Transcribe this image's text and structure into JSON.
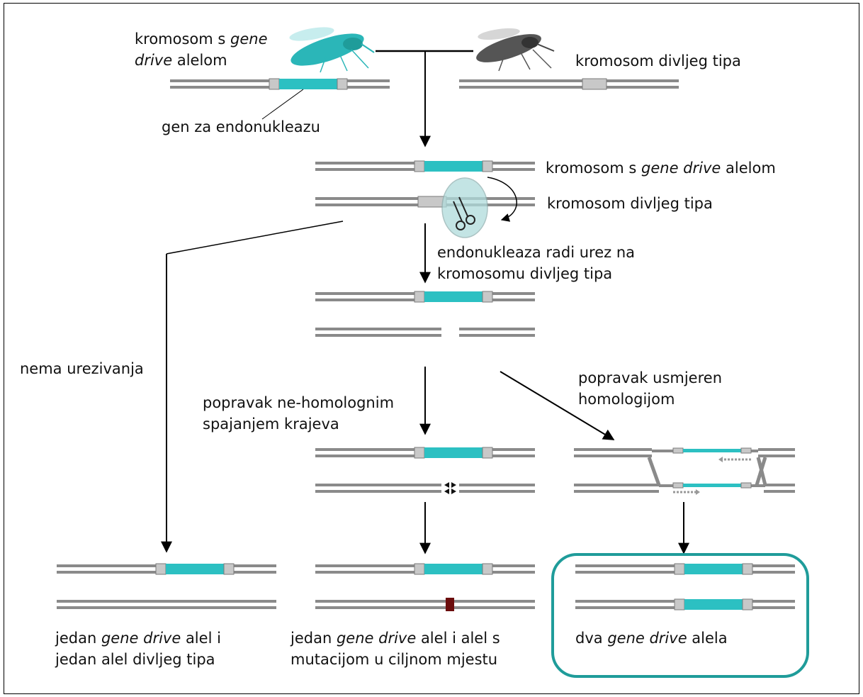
{
  "colors": {
    "accent": "#2cc0c2",
    "chromosome": "#8a8a8a",
    "highlight_box": "#1f9c9a",
    "mutation": "#6b0c0c"
  },
  "labels": {
    "gd_parent_a": "kromosom s ",
    "gd_parent_italic": "gene",
    "gd_parent_b_italic": "drive",
    "gd_parent_c": " alelom",
    "wt_parent": "kromosom divljeg tipa",
    "endo_gene": "gen za endonukleazu",
    "gd_chrom_a": "kromosom s ",
    "gd_chrom_italic": "gene drive",
    "gd_chrom_b": " alelom",
    "wt_chrom": "kromosom divljeg tipa",
    "cut_1": "endonukleaza radi urez na",
    "cut_2": "kromosomu divljeg tipa",
    "no_edit": "nema urezivanja",
    "nhej_1": "popravak ne-homolognim",
    "nhej_2": "spajanjem krajeva",
    "hdr_1": "popravak usmjeren",
    "hdr_2": "homologijom",
    "out1_a": "jedan ",
    "out1_italic": "gene drive",
    "out1_b": " alel i",
    "out1_line2": "jedan alel divljeg tipa",
    "out2_a": "jedan ",
    "out2_italic": "gene drive",
    "out2_b": " alel i alel s",
    "out2_line2": "mutacijom u ciljnom mjestu",
    "out3_a": "dva ",
    "out3_italic": "gene drive",
    "out3_b": " alela"
  }
}
